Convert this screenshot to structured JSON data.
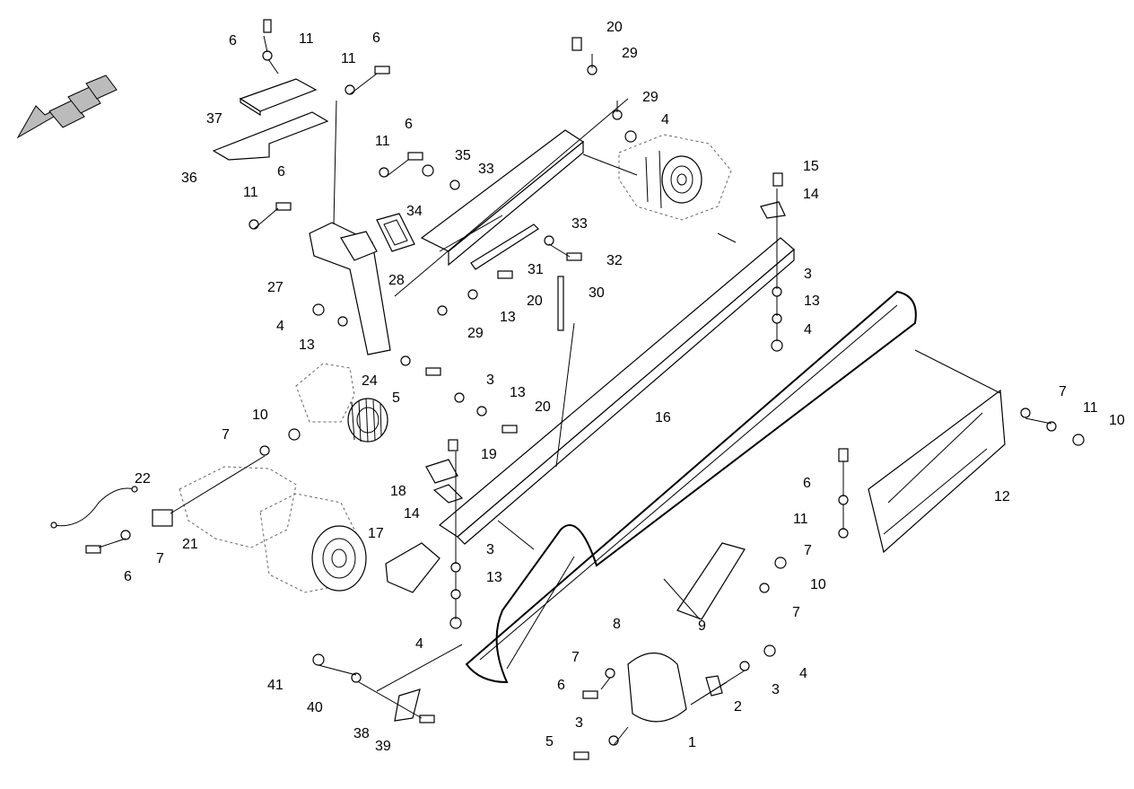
{
  "diagram": {
    "callouts": [
      {
        "id": "c1",
        "text": "1"
      },
      {
        "id": "c2",
        "text": "2"
      },
      {
        "id": "c3a",
        "text": "3"
      },
      {
        "id": "c3b",
        "text": "3"
      },
      {
        "id": "c3c",
        "text": "3"
      },
      {
        "id": "c3d",
        "text": "3"
      },
      {
        "id": "c3e",
        "text": "3"
      },
      {
        "id": "c4a",
        "text": "4"
      },
      {
        "id": "c4b",
        "text": "4"
      },
      {
        "id": "c4c",
        "text": "4"
      },
      {
        "id": "c4d",
        "text": "4"
      },
      {
        "id": "c4e",
        "text": "4"
      },
      {
        "id": "c5a",
        "text": "5"
      },
      {
        "id": "c5b",
        "text": "5"
      },
      {
        "id": "c6a",
        "text": "6"
      },
      {
        "id": "c6b",
        "text": "6"
      },
      {
        "id": "c6c",
        "text": "6"
      },
      {
        "id": "c6d",
        "text": "6"
      },
      {
        "id": "c6e",
        "text": "6"
      },
      {
        "id": "c6f",
        "text": "6"
      },
      {
        "id": "c6g",
        "text": "6"
      },
      {
        "id": "c7a",
        "text": "7"
      },
      {
        "id": "c7b",
        "text": "7"
      },
      {
        "id": "c7c",
        "text": "7"
      },
      {
        "id": "c7d",
        "text": "7"
      },
      {
        "id": "c7e",
        "text": "7"
      },
      {
        "id": "c7f",
        "text": "7"
      },
      {
        "id": "c8",
        "text": "8"
      },
      {
        "id": "c9",
        "text": "9"
      },
      {
        "id": "c10a",
        "text": "10"
      },
      {
        "id": "c10b",
        "text": "10"
      },
      {
        "id": "c10c",
        "text": "10"
      },
      {
        "id": "c11a",
        "text": "11"
      },
      {
        "id": "c11b",
        "text": "11"
      },
      {
        "id": "c11c",
        "text": "11"
      },
      {
        "id": "c11d",
        "text": "11"
      },
      {
        "id": "c11e",
        "text": "11"
      },
      {
        "id": "c11f",
        "text": "11"
      },
      {
        "id": "c12",
        "text": "12"
      },
      {
        "id": "c13a",
        "text": "13"
      },
      {
        "id": "c13b",
        "text": "13"
      },
      {
        "id": "c13c",
        "text": "13"
      },
      {
        "id": "c13d",
        "text": "13"
      },
      {
        "id": "c13e",
        "text": "13"
      },
      {
        "id": "c14a",
        "text": "14"
      },
      {
        "id": "c14b",
        "text": "14"
      },
      {
        "id": "c15",
        "text": "15"
      },
      {
        "id": "c16",
        "text": "16"
      },
      {
        "id": "c17",
        "text": "17"
      },
      {
        "id": "c18",
        "text": "18"
      },
      {
        "id": "c19",
        "text": "19"
      },
      {
        "id": "c20a",
        "text": "20"
      },
      {
        "id": "c20b",
        "text": "20"
      },
      {
        "id": "c20c",
        "text": "20"
      },
      {
        "id": "c21",
        "text": "21"
      },
      {
        "id": "c22",
        "text": "22"
      },
      {
        "id": "c24",
        "text": "24"
      },
      {
        "id": "c27",
        "text": "27"
      },
      {
        "id": "c28",
        "text": "28"
      },
      {
        "id": "c29a",
        "text": "29"
      },
      {
        "id": "c29b",
        "text": "29"
      },
      {
        "id": "c29c",
        "text": "29"
      },
      {
        "id": "c30",
        "text": "30"
      },
      {
        "id": "c31",
        "text": "31"
      },
      {
        "id": "c32",
        "text": "32"
      },
      {
        "id": "c33a",
        "text": "33"
      },
      {
        "id": "c33b",
        "text": "33"
      },
      {
        "id": "c34",
        "text": "34"
      },
      {
        "id": "c35",
        "text": "35"
      },
      {
        "id": "c36",
        "text": "36"
      },
      {
        "id": "c37",
        "text": "37"
      },
      {
        "id": "c38",
        "text": "38"
      },
      {
        "id": "c39",
        "text": "39"
      },
      {
        "id": "c40",
        "text": "40"
      },
      {
        "id": "c41",
        "text": "41"
      }
    ]
  }
}
